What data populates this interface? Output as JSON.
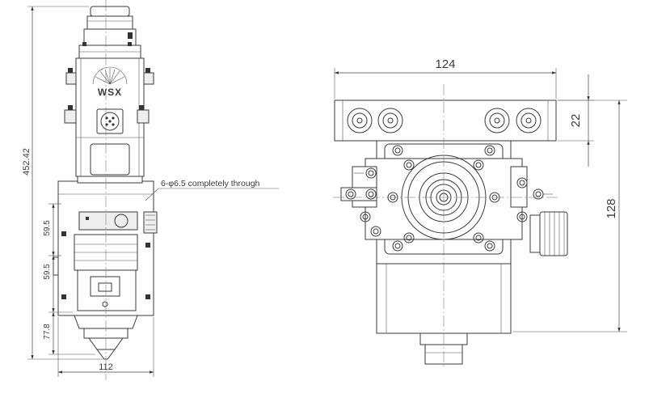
{
  "left_view": {
    "dims": {
      "overall_height": "452.42",
      "segment_a": "59.5",
      "segment_b": "59.5",
      "segment_c": "77.8",
      "width": "112"
    },
    "hole_note": "6-φ6.5 completely through",
    "logo": "WSX"
  },
  "right_view": {
    "dims": {
      "width": "124",
      "flange_height": "22",
      "body_height": "128"
    }
  }
}
